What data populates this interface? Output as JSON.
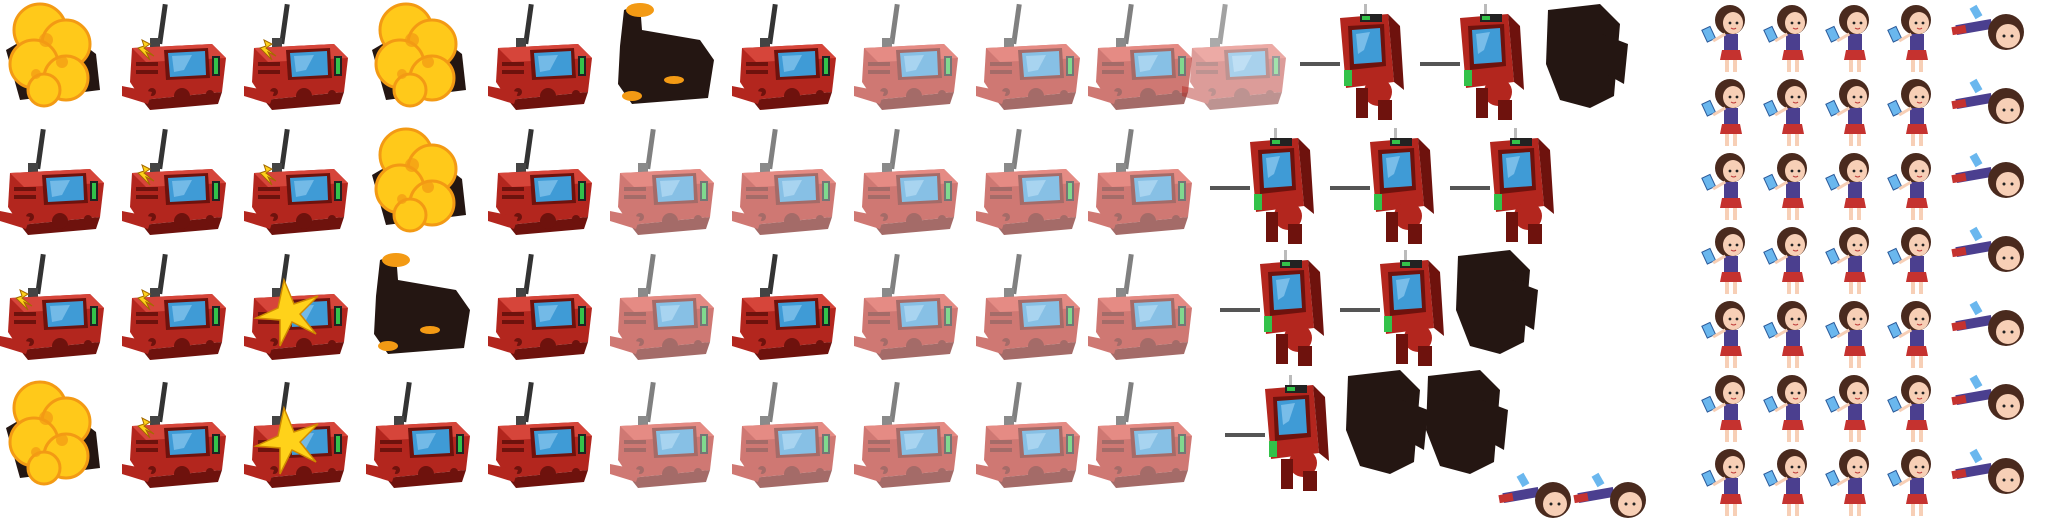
{
  "palette": {
    "robot_body": "#b3261e",
    "robot_dark": "#6e120d",
    "robot_light": "#d6453a",
    "screen": "#3f9bd6",
    "screen_light": "#9fd4f5",
    "led": "#33c24a",
    "antenna": "#333333",
    "explosion_core": "#ffc91a",
    "explosion_edge": "#f39a14",
    "silhouette": "#241612",
    "girl_hair": "#4a2a1e",
    "girl_skin": "#f7cfb6",
    "girl_dress": "#4b3f8f",
    "girl_skirt": "#c5322f",
    "phone": "#6ab7ee"
  },
  "robot_grid": [
    [
      "explosion",
      "spark",
      "spark",
      "explosion",
      "normal",
      "silhouette",
      "normal",
      "ghost",
      "ghost",
      "ghost",
      "ghost2"
    ],
    [
      "normal",
      "spark",
      "spark",
      "explosion",
      "normal",
      "ghost",
      "ghost",
      "ghost",
      "ghost",
      "ghost",
      null
    ],
    [
      "spark",
      "spark",
      "star",
      "silhouette",
      "normal",
      "ghost",
      "normal",
      "ghost",
      "ghost",
      "ghost",
      null
    ],
    [
      "explosion",
      "spark",
      "star",
      "normal",
      "normal",
      "ghost",
      "ghost",
      "ghost",
      "ghost",
      "ghost",
      null
    ]
  ],
  "mech_sprites": [
    {
      "kind": "walker"
    },
    {
      "kind": "walker"
    },
    {
      "kind": "broken"
    },
    {
      "kind": "walker"
    },
    {
      "kind": "walker"
    },
    {
      "kind": "walker"
    },
    {
      "kind": "walker"
    },
    {
      "kind": "walker"
    },
    {
      "kind": "broken"
    },
    {
      "kind": "walker"
    },
    {
      "kind": "broken"
    },
    {
      "kind": "broken"
    }
  ],
  "girl_poses": [
    "stand",
    "stand",
    "stand",
    "stand",
    "lie"
  ]
}
